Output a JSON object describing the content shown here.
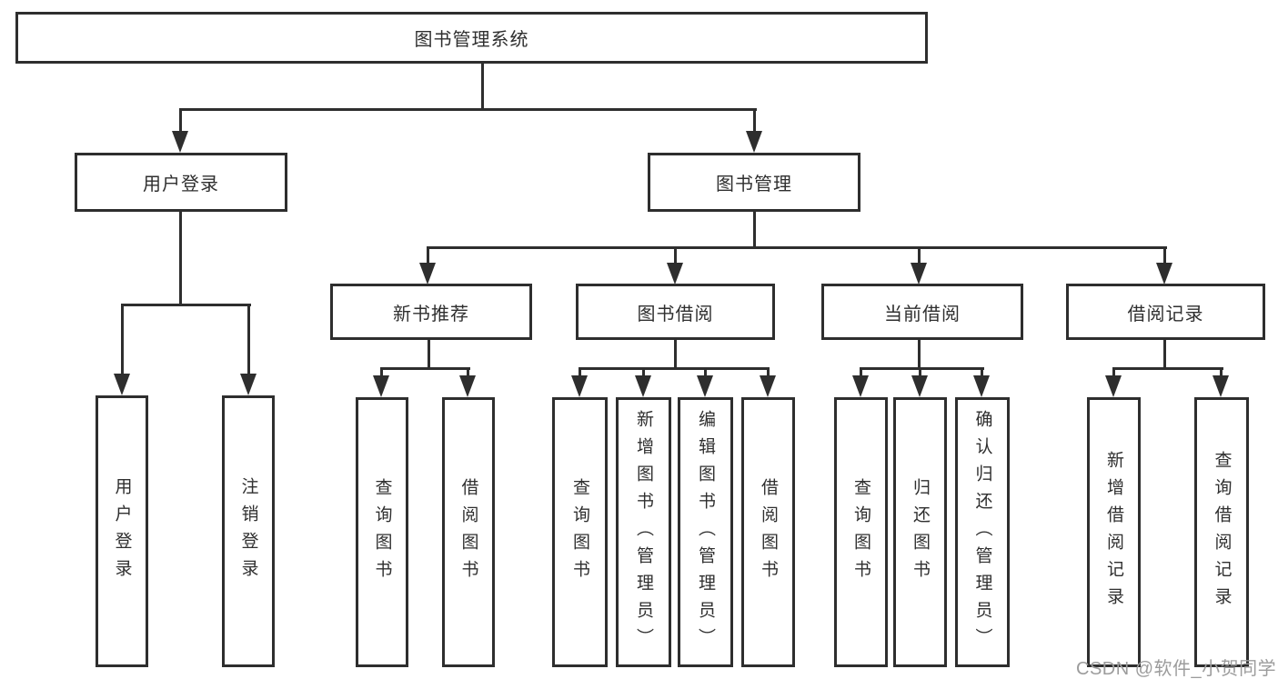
{
  "diagram_title": "图书管理系统",
  "colors": {
    "line": "#2e2e2e",
    "text": "#2f2f2f",
    "background": "#ffffff",
    "watermark": "#9c9c9c"
  },
  "watermark": {
    "text": "CSDN @软件_小贺同学"
  },
  "tree": {
    "root": {
      "label": "图书管理系统",
      "children": [
        {
          "label": "用户登录",
          "children": [
            {
              "label": "用户登录"
            },
            {
              "label": "注销登录"
            }
          ]
        },
        {
          "label": "图书管理",
          "children": [
            {
              "label": "新书推荐",
              "children": [
                {
                  "label": "查询图书"
                },
                {
                  "label": "借阅图书"
                }
              ]
            },
            {
              "label": "图书借阅",
              "children": [
                {
                  "label": "查询图书"
                },
                {
                  "label": "新增图书（管理员）"
                },
                {
                  "label": "编辑图书（管理员）"
                },
                {
                  "label": "借阅图书"
                }
              ]
            },
            {
              "label": "当前借阅",
              "children": [
                {
                  "label": "查询图书"
                },
                {
                  "label": "归还图书"
                },
                {
                  "label": "确认归还（管理员）"
                }
              ]
            },
            {
              "label": "借阅记录",
              "children": [
                {
                  "label": "新增借阅记录"
                },
                {
                  "label": "查询借阅记录"
                }
              ]
            }
          ]
        }
      ]
    }
  }
}
